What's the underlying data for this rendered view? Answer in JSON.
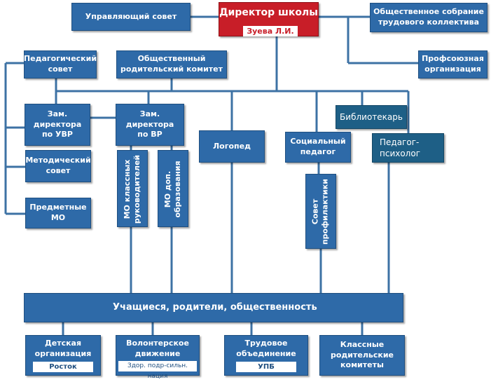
{
  "director": {
    "title": "Директор школы",
    "name": "Зуева Л.И."
  },
  "boxes": {
    "managing_council": "Управляющий совет",
    "general_meeting": [
      "Общественное собрание",
      "трудового коллектива"
    ],
    "pedagogical_council": [
      "Педагогический",
      "совет"
    ],
    "parent_committee": [
      "Общественный",
      "родительский комитет"
    ],
    "trade_union": [
      "Профсоюзная",
      "организация"
    ],
    "librarian": "Библиотекарь",
    "deputy_uvr": [
      "Зам.",
      "директора",
      "по УВР"
    ],
    "deputy_vr": [
      "Зам.",
      "директора",
      "по ВР"
    ],
    "speech_therapist": "Логопед",
    "social_teacher": [
      "Социальный",
      "педагог"
    ],
    "psychologist": [
      "Педагог-",
      "психолог"
    ],
    "methodical_council": [
      "Методический",
      "совет"
    ],
    "subject_mo": [
      "Предметные",
      "МО"
    ],
    "mo_class_teachers": [
      "МО классных",
      "руководителей"
    ],
    "mo_additional_education": [
      "МО доп.",
      "образования"
    ],
    "prevention_council": [
      "Совет",
      "профилактики"
    ],
    "students_parents": "Учащиеся,  родители,  общественность",
    "children_org": [
      "Детская",
      "организация"
    ],
    "children_org_name": "Росток",
    "volunteer": [
      "Волонтерское",
      "движение"
    ],
    "volunteer_name": "Здор. подр-сильн. нация",
    "labor_association": [
      "Трудовое",
      "объединение"
    ],
    "labor_association_name": "УПБ",
    "class_parent_committees": [
      "Классные",
      "родительские",
      "комитеты"
    ]
  }
}
